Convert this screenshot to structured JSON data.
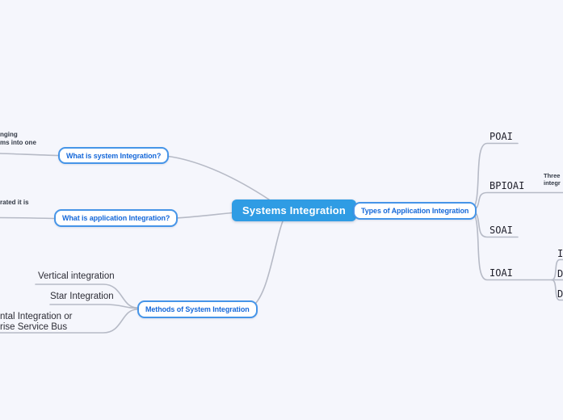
{
  "root": {
    "label": "Systems Integration"
  },
  "branches": {
    "system": {
      "label": "What is system Integration?",
      "note_line1": "nging",
      "note_line2": "ms into one"
    },
    "application": {
      "label": "What is application Integration?",
      "note": "rated it is"
    },
    "methods": {
      "label": "Methods of System Integration",
      "children": [
        "Vertical integration",
        "Star Integration"
      ],
      "child3_line1": "ntal Integration or",
      "child3_line2": "rise Service Bus"
    },
    "types": {
      "label": "Types of Application Integration",
      "children": [
        "POAI",
        "BPIOAI",
        "SOAI",
        "IOAI"
      ],
      "bpioai_note_line1": "Three",
      "bpioai_note_line2": "integr",
      "ioai_children": [
        "I",
        "D",
        "D"
      ]
    }
  },
  "colors": {
    "canvas_bg": "#f5f6fc",
    "root_node_bg": "#2f9ce4",
    "node_border": "#4695e8",
    "node_text": "#1568d9",
    "leaf_text": "#1f1f2a",
    "connector": "#b6bac6"
  }
}
